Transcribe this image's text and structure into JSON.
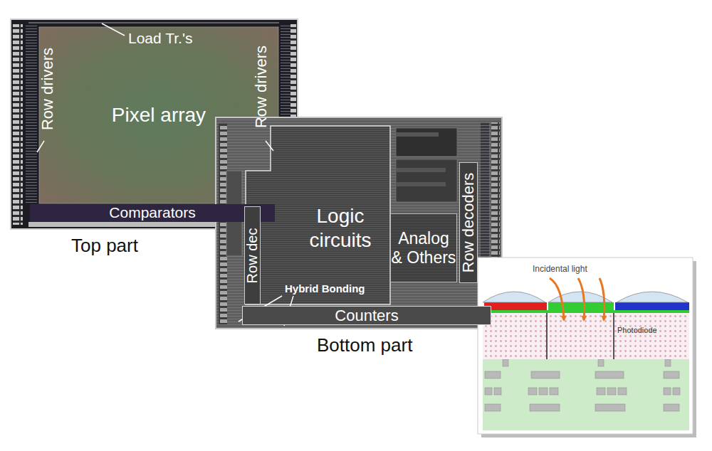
{
  "diagram": {
    "nodes": [
      {
        "text": [
          "Top part"
        ]
      },
      {
        "text": [
          "Pixel array"
        ],
        "in": 0
      },
      {
        "text": [
          "Comparators"
        ],
        "in": 0
      },
      {
        "text": [
          "Bottom part"
        ]
      },
      {
        "text": [
          "Logic circuits"
        ],
        "in": 3
      },
      {
        "text": [
          "Analog & Others"
        ],
        "in": 3
      },
      {
        "text": [
          "Row decoders"
        ],
        "in": 3
      },
      {
        "text": [
          "Row dec"
        ],
        "in": 3
      },
      {
        "text": [
          "Counters"
        ],
        "in": 3
      }
    ],
    "labels": [
      "Load Tr.'s",
      "Row drivers",
      "Row drivers",
      "Hybrid Bonding",
      "Incidental light",
      "Photodiode"
    ]
  }
}
